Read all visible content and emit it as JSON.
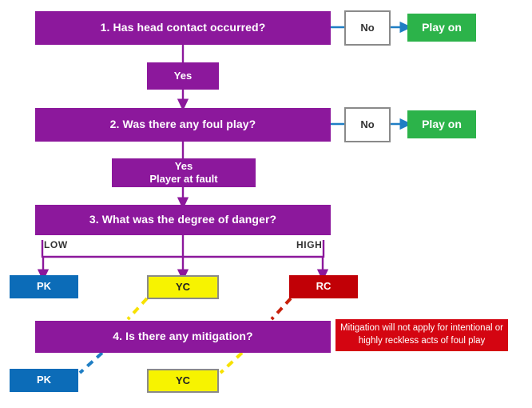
{
  "title": "Head contact foul play decision flowchart",
  "colors": {
    "purple": "#8c189c",
    "green": "#2cb34a",
    "blue": "#0c6cb8",
    "yellow": "#f7f300",
    "red": "#c10006",
    "note_red": "#d40511",
    "connector_blue": "#1f7ec4",
    "border_grey": "#8a8a8a"
  },
  "nodes": {
    "q1": {
      "label": "1. Has head contact occurred?"
    },
    "q1_no": {
      "label": "No"
    },
    "q1_playon": {
      "label": "Play on"
    },
    "q1_yes": {
      "label": "Yes"
    },
    "q2": {
      "label": "2. Was there any foul play?"
    },
    "q2_no": {
      "label": "No"
    },
    "q2_playon": {
      "label": "Play on"
    },
    "q2_yes": {
      "label": "Yes\nPlayer at fault"
    },
    "q3": {
      "label": "3. What was the degree of danger?"
    },
    "q3_low_label": {
      "label": "LOW"
    },
    "q3_high_label": {
      "label": "HIGH"
    },
    "outcome_pk": {
      "label": "PK"
    },
    "outcome_yc": {
      "label": "YC"
    },
    "outcome_rc": {
      "label": "RC"
    },
    "q4": {
      "label": "4. Is there any mitigation?"
    },
    "q4_note": {
      "label": "Mitigation will not apply for intentional or highly reckless acts of foul play"
    },
    "final_pk": {
      "label": "PK"
    },
    "final_yc": {
      "label": "YC"
    }
  }
}
